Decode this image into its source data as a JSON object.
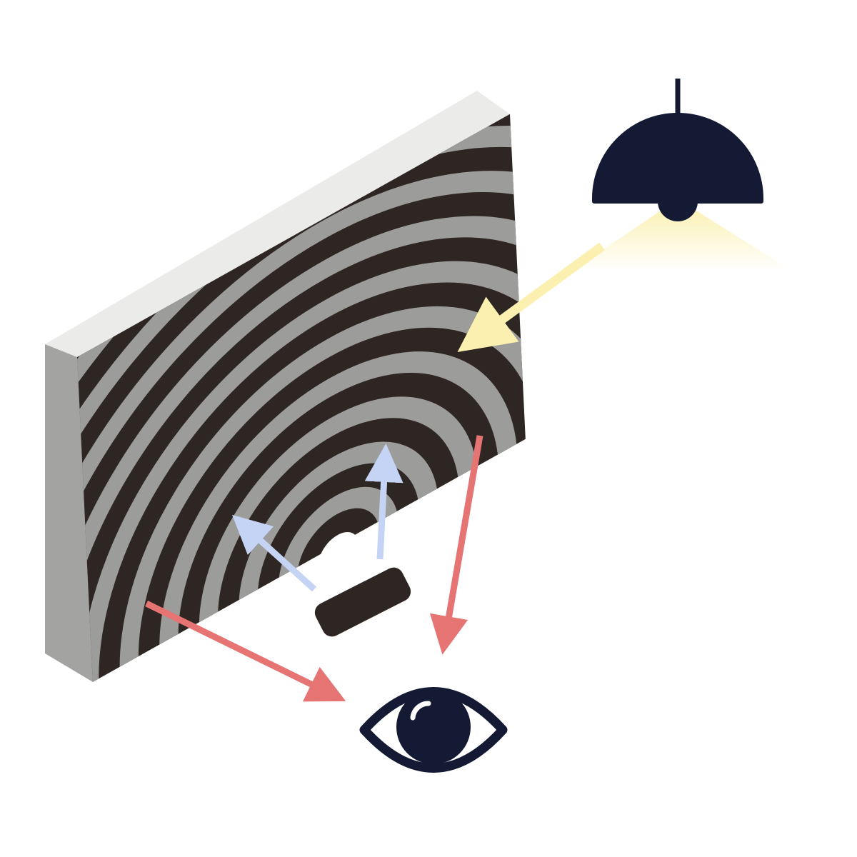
{
  "diagram": {
    "elements": [
      {
        "id": "wall",
        "icon": "grooved-wall-panel"
      },
      {
        "id": "lamp",
        "icon": "pendant-lamp-icon"
      },
      {
        "id": "speaker",
        "icon": "sound-source-block"
      },
      {
        "id": "eye",
        "icon": "eye-icon"
      }
    ],
    "arrows": [
      {
        "from": "lamp",
        "to": "wall",
        "meaning": "incident-light"
      },
      {
        "from": "wall",
        "to": "eye",
        "meaning": "reflected-light"
      },
      {
        "from": "speaker",
        "to": "wall",
        "meaning": "sound"
      }
    ]
  },
  "colors": {
    "wall_dark": "#2d2622",
    "wall_groove": "#9c9c9b",
    "wall_side": "#a3a3a2",
    "wall_top": "#ebebea",
    "icon_navy": "#141a33",
    "light_arrow": "#fbf0b0",
    "reflect_arrow": "#e57473",
    "sound_arrow": "#c5d3f5"
  }
}
